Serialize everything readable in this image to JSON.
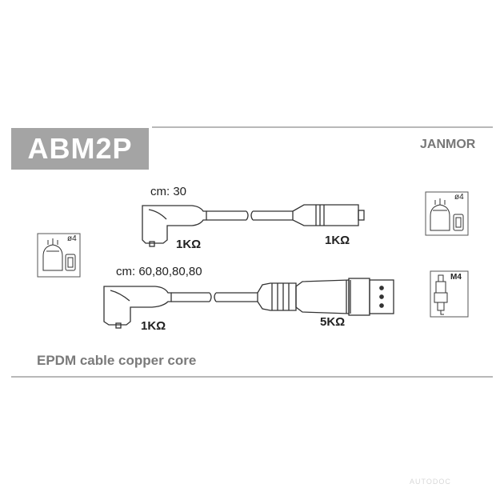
{
  "header": {
    "part_number": "ABM2P",
    "brand": "JANMOR"
  },
  "cables": [
    {
      "length_label": "cm: 30",
      "left_resistance": "1KΩ",
      "right_resistance": "1KΩ"
    },
    {
      "length_label": "cm: 60,80,80,80",
      "left_resistance": "1KΩ",
      "right_resistance": "5KΩ"
    }
  ],
  "icons": {
    "distributor_left_label": "ø4",
    "distributor_right_label": "ø4",
    "spark_plug_label": "M4"
  },
  "footer": {
    "description": "EPDM cable copper core"
  },
  "watermark": "AUTODOC"
}
